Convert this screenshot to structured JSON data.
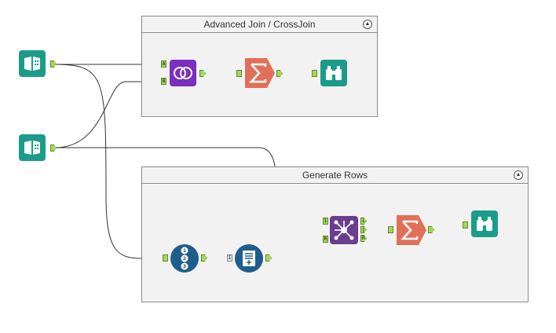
{
  "containers": [
    {
      "title": "Advanced Join / CrossJoin",
      "collapse_icon": "chevron-up-icon"
    },
    {
      "title": "Generate Rows",
      "collapse_icon": "chevron-up-icon"
    }
  ],
  "tools": {
    "input1": {
      "icon": "book-input-icon",
      "color": "#1b9c8a"
    },
    "input2": {
      "icon": "book-input-icon",
      "color": "#1b9c8a"
    },
    "join": {
      "icon": "join-circles-icon",
      "color": "#7b2fbe"
    },
    "summarize1": {
      "icon": "sigma-icon",
      "color": "#e0705a"
    },
    "browse1": {
      "icon": "binoculars-icon",
      "color": "#1b9c8a"
    },
    "record_id": {
      "icon": "numbered-list-icon",
      "color": "#1f5e8c"
    },
    "generate_rows": {
      "icon": "generate-rows-icon",
      "color": "#1f5e8c"
    },
    "multi_join": {
      "icon": "multi-join-icon",
      "color": "#6a3d8f"
    },
    "summarize2": {
      "icon": "sigma-icon",
      "color": "#e0705a"
    },
    "browse2": {
      "icon": "binoculars-icon",
      "color": "#1b9c8a"
    }
  },
  "anchors": {
    "join_left": "A",
    "join_right": "B",
    "multi_in_1": "1",
    "multi_in_2": "R",
    "multi_out_l": "L",
    "multi_out_j": "J",
    "multi_out_r": "R",
    "sigma_in": "Σ"
  }
}
